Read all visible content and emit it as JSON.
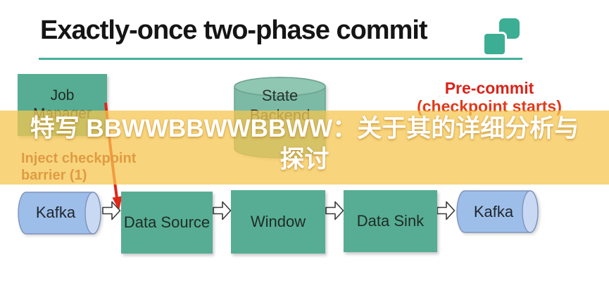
{
  "header": {
    "title": "Exactly-once two-phase commit"
  },
  "diagram": {
    "job_manager": {
      "line1": "Job",
      "line2": "Manager"
    },
    "state_backend": {
      "line1": "State",
      "line2": "Backend"
    },
    "pre_commit": {
      "line1": "Pre-commit",
      "line2": "(checkpoint starts)"
    },
    "inject_checkpoint": {
      "line1": "Inject checkpoint",
      "line2": "barrier (1)"
    },
    "pipeline": {
      "kafka_left": "Kafka",
      "data_source": "Data Source",
      "window": "Window",
      "data_sink": "Data Sink",
      "kafka_right": "Kafka"
    }
  },
  "overlay": {
    "line1": "特写 BBWWBBWWBBWW：关于其的详细分析与",
    "line2": "探讨"
  },
  "colors": {
    "accent_teal": "#44B099",
    "logo_teal": "#3BAE93",
    "box_green": "#57AD93",
    "cylinder_teal": "#7CBAA6",
    "kafka_blue": "#9DBEE9",
    "annotation_red": "#D8241A",
    "annotation_orange": "#DF9B44",
    "arrow_red": "#E2261A",
    "banner_yellow": "#F5C74E",
    "overlay_text": "#FFFFFF"
  }
}
